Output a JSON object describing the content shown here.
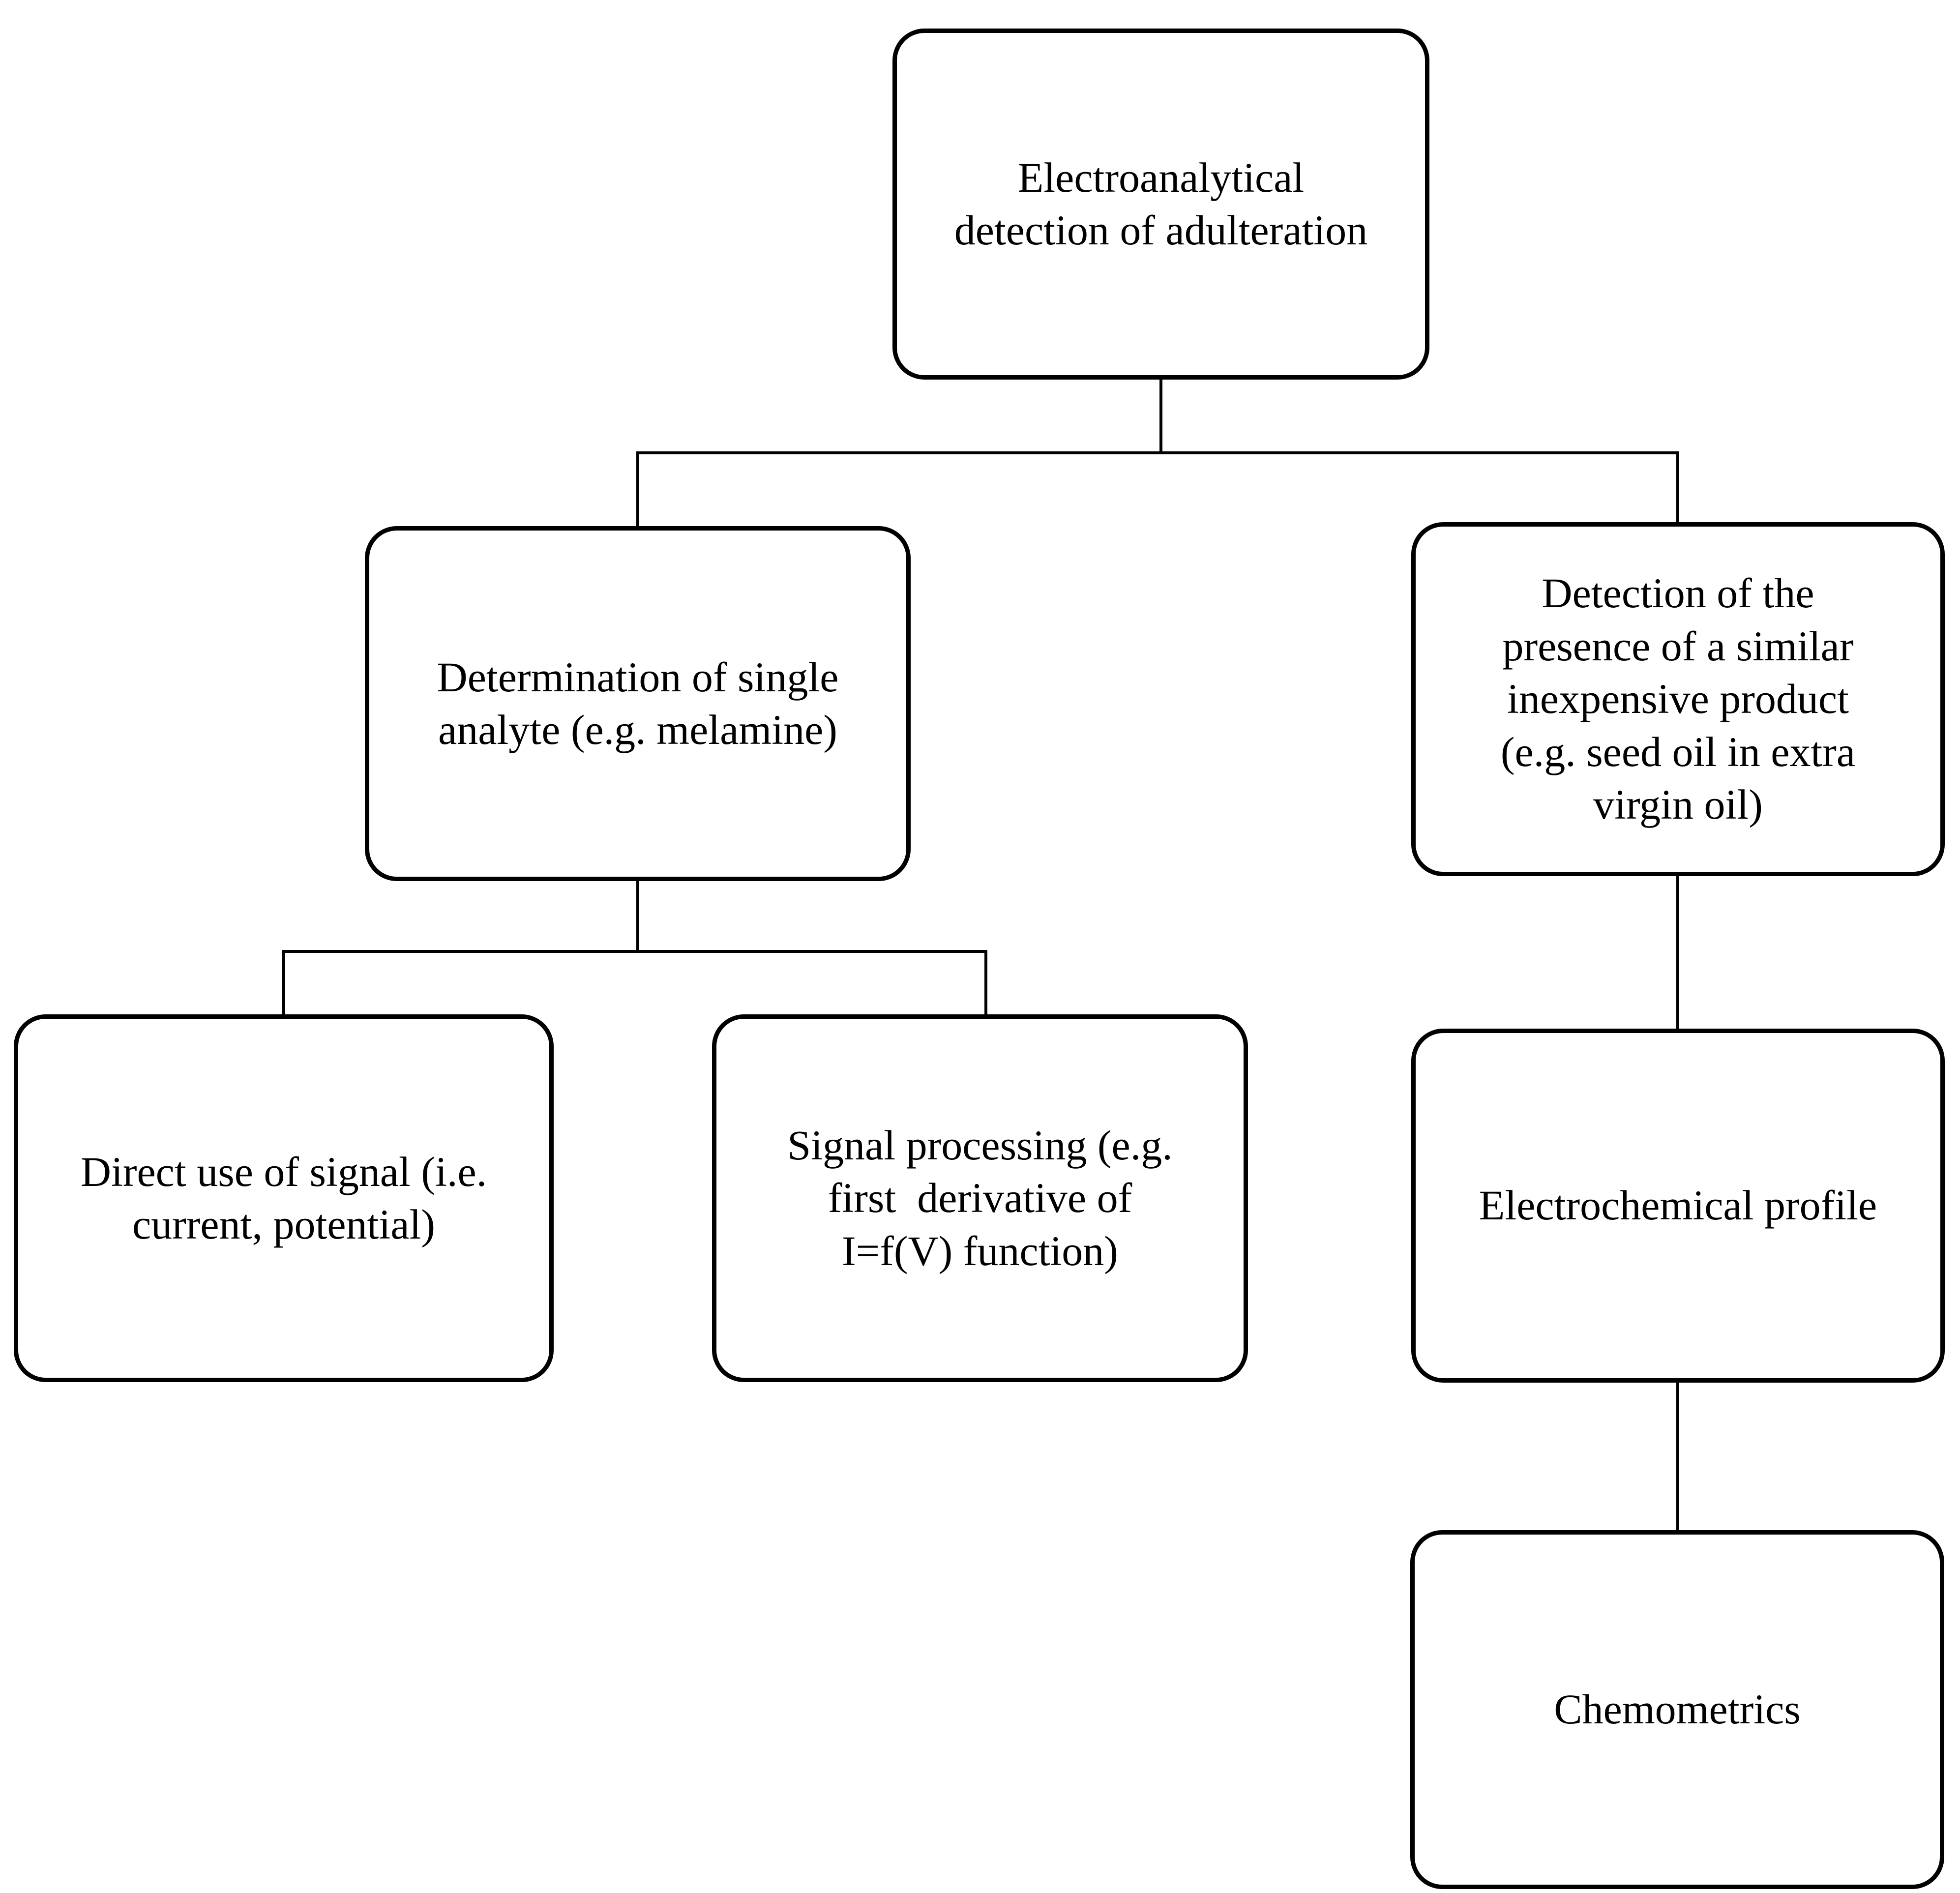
{
  "diagram": {
    "type": "flowchart",
    "background_color": "#ffffff",
    "line_color": "#000000",
    "text_color": "#000000"
  },
  "nodes": {
    "root": {
      "label": "Electroanalytical\ndetection of adulteration"
    },
    "single": {
      "label": "Determination of single\nanalyte (e.g. melamine)"
    },
    "similar": {
      "label": "Detection of the\npresence of a similar\ninexpensive product\n(e.g. seed oil in extra\nvirgin oil)"
    },
    "direct": {
      "label": "Direct use of signal (i.e.\ncurrent, potential)"
    },
    "processing": {
      "label": "Signal processing (e.g.\nfirst  derivative of\nI=f(V) function)"
    },
    "profile": {
      "label": "Electrochemical profile"
    },
    "chemometrics": {
      "label": "Chemometrics"
    }
  },
  "edges": [
    {
      "from": "root",
      "to": "single"
    },
    {
      "from": "root",
      "to": "similar"
    },
    {
      "from": "single",
      "to": "direct"
    },
    {
      "from": "single",
      "to": "processing"
    },
    {
      "from": "similar",
      "to": "profile"
    },
    {
      "from": "profile",
      "to": "chemometrics"
    }
  ]
}
